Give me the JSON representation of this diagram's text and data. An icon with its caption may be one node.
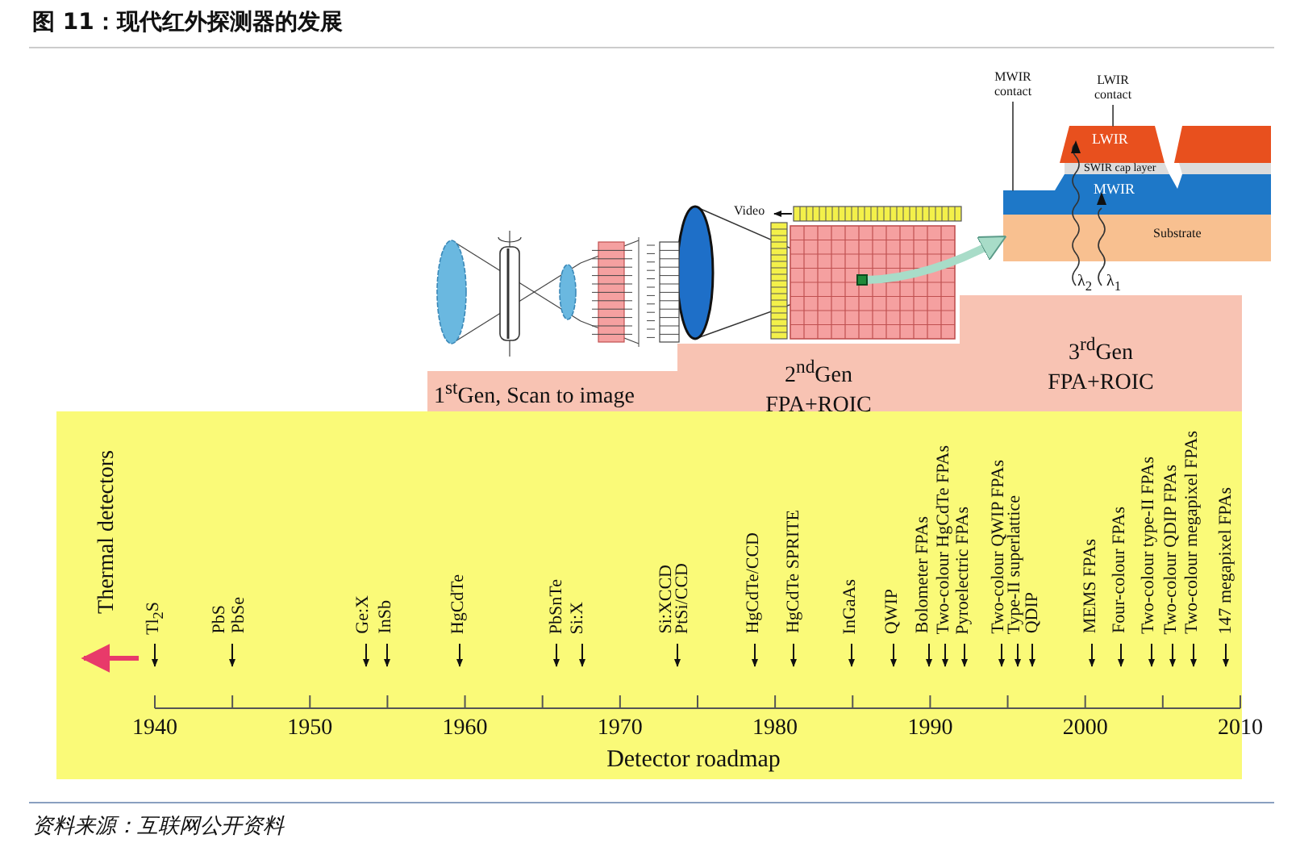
{
  "diagram": {
    "title": "图 11：现代红外探测器的发展",
    "caption": "资料来源：互联网公开资料",
    "nodes": [
      {
        "text": [
          "1$^{st}$Gen, Scan to image"
        ]
      },
      {
        "text": [
          "2$^{nd}$Gen FPA+ROIC"
        ]
      },
      {
        "text": [
          "3$^{rd}$Gen FPA+ROIC"
        ]
      },
      {
        "text": [],
        "shape": "picture"
      },
      {
        "text": [],
        "shape": "picture"
      },
      {
        "text": [
          "MWIR contact"
        ]
      },
      {
        "text": [
          "LWIR contact"
        ]
      },
      {
        "text": [],
        "shape": "box",
        "in": 3
      }
    ],
    "edges": [
      {
        "from": 7,
        "to": 4,
        "arrow": "to",
        "style": "thick",
        "color": "#a8dcc8"
      },
      {
        "from": 5,
        "to": 4,
        "arrow": "none"
      },
      {
        "from": 6,
        "to": 4,
        "arrow": "none"
      }
    ],
    "labels": [
      "Video",
      "LWIR",
      "SWIR cap layer",
      "MWIR",
      "Substrate",
      "λ$_{2}$",
      "λ$_{1}$",
      "Thermal detectors",
      "Tl$_{2}$S",
      "PbS",
      "PbSe",
      "Ge:X",
      "InSb",
      "HgCdTe",
      "PbSnTe",
      "Si:X",
      "Si:XCCD",
      "PtSi/CCD",
      "HgCdTe/CCD",
      "HgCdTe SPRITE",
      "InGaAs",
      "QWIP",
      "Bolometer FPAs",
      "Two-colour HgCdTe FPAs",
      "Pyroelectric FPAs",
      "Two-colour QWIP FPAs",
      "Type-II superlattice",
      "QDIP",
      "MEMS FPAs",
      "Four-colour FPAs",
      "Two-colour type-II FPAs",
      "Two-colour QDIP FPAs",
      "Two-colour megapixel FPAs",
      "147 megapixel FPAs",
      "1940",
      "1950",
      "1960",
      "1970",
      "1980",
      "1990",
      "2000",
      "2010",
      "Detector roadmap"
    ]
  }
}
